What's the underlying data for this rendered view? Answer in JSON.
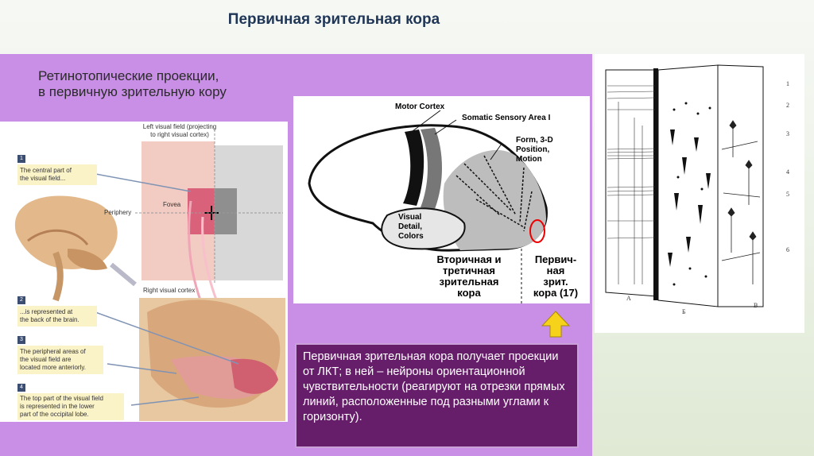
{
  "title": "Первичная зрительная кора",
  "subtitle_line1": "Ретинотопические проекции,",
  "subtitle_line2": "в первичную зрительную кору",
  "left_figure": {
    "header_line1": "Left visual field (projecting",
    "header_line2": "to right visual cortex)",
    "periphery": "Periphery",
    "fovea": "Fovea",
    "right_visual_cortex": "Right visual cortex",
    "notes": [
      {
        "num": "1",
        "line1": "The central part of",
        "line2": "the visual field...",
        "line3": ""
      },
      {
        "num": "2",
        "line1": "...is represented at",
        "line2": "the back of the brain.",
        "line3": ""
      },
      {
        "num": "3",
        "line1": "The peripheral areas of",
        "line2": "the visual field are",
        "line3": "located more anteriorly."
      },
      {
        "num": "4",
        "line1": "The top part of the visual field",
        "line2": "is represented in the lower",
        "line3": "part of the occipital lobe."
      }
    ]
  },
  "center_figure": {
    "motor_cortex": "Motor Cortex",
    "somatic": "Somatic Sensory Area I",
    "form_line1": "Form, 3-D",
    "form_line2": "Position,",
    "form_line3": "Motion",
    "visual_line1": "Visual",
    "visual_line2": "Detail,",
    "visual_line3": "Colors",
    "secondary_line1": "Вторичная и",
    "secondary_line2": "третичная",
    "secondary_line3": "зрительная",
    "secondary_line4": "кора",
    "primary_line1": "Первич-",
    "primary_line2": "ная",
    "primary_line3": "зрит.",
    "primary_line4": "кора (17)"
  },
  "right_figure": {
    "layers": [
      "1",
      "2",
      "3",
      "4",
      "5",
      "6"
    ],
    "panel_a": "А",
    "panel_b": "Б",
    "panel_v": "В"
  },
  "description": "Первичная зрительная кора получает проекции от ЛКТ; в ней – нейроны ориентационной чувствительности (реагируют на отрезки прямых линий, расположенные под разными углами к горизонту).",
  "colors": {
    "purple_bg": "#c98fe6",
    "textbox_bg": "#671e6a",
    "title": "#1f3656",
    "arrow": "#f7d21a"
  }
}
